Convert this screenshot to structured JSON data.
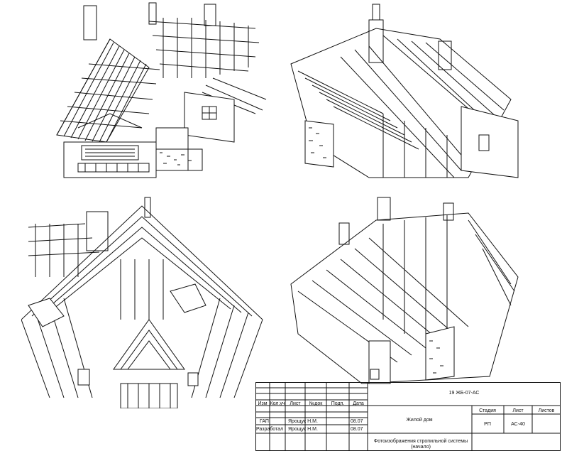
{
  "stamp": {
    "code": "19 ЖБ-07-АС",
    "project": "Жилой дом",
    "headers": {
      "izm": "Изм",
      "kol_uch": "Кол.уч",
      "list": "Лист",
      "ndok": "№док",
      "podp": "Подп.",
      "data": "Дата"
    },
    "rows": [
      {
        "role": "ГАП",
        "name": "Ярощук Н.М.",
        "date": "08.07"
      },
      {
        "role": "Разработал",
        "name": "Ярощук Н.М.",
        "date": "08.07"
      }
    ],
    "stage_label": "Стадия",
    "sheet_label": "Лист",
    "sheets_label": "Листов",
    "stage": "РП",
    "sheet": "АС-40",
    "sheet_title": "Фотоизображения стропильной системы (начало)"
  },
  "colors": {
    "line": "#111111",
    "paper": "#ffffff"
  }
}
